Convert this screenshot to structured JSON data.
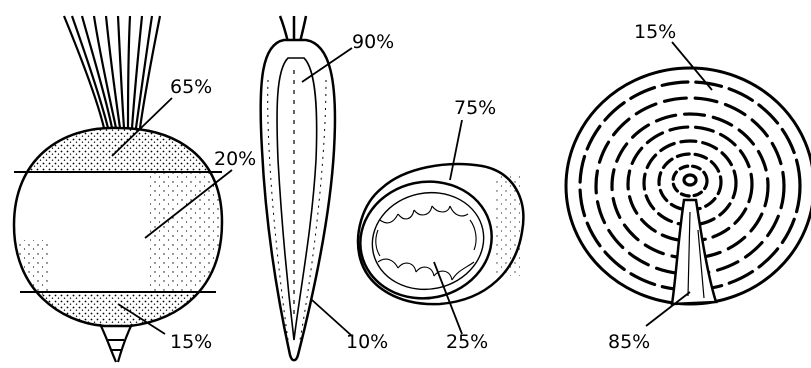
{
  "illustrations": [
    {
      "id": "beet",
      "labels": [
        {
          "key": "top",
          "text": "65%"
        },
        {
          "key": "middle",
          "text": "20%"
        },
        {
          "key": "bottom",
          "text": "15%"
        }
      ]
    },
    {
      "id": "carrot",
      "labels": [
        {
          "key": "core",
          "text": "90%"
        },
        {
          "key": "skin",
          "text": "10%"
        }
      ]
    },
    {
      "id": "potato",
      "labels": [
        {
          "key": "outer",
          "text": "75%"
        },
        {
          "key": "inner",
          "text": "25%"
        }
      ]
    },
    {
      "id": "cabbage",
      "labels": [
        {
          "key": "leaves",
          "text": "15%"
        },
        {
          "key": "stalk",
          "text": "85%"
        }
      ]
    }
  ]
}
